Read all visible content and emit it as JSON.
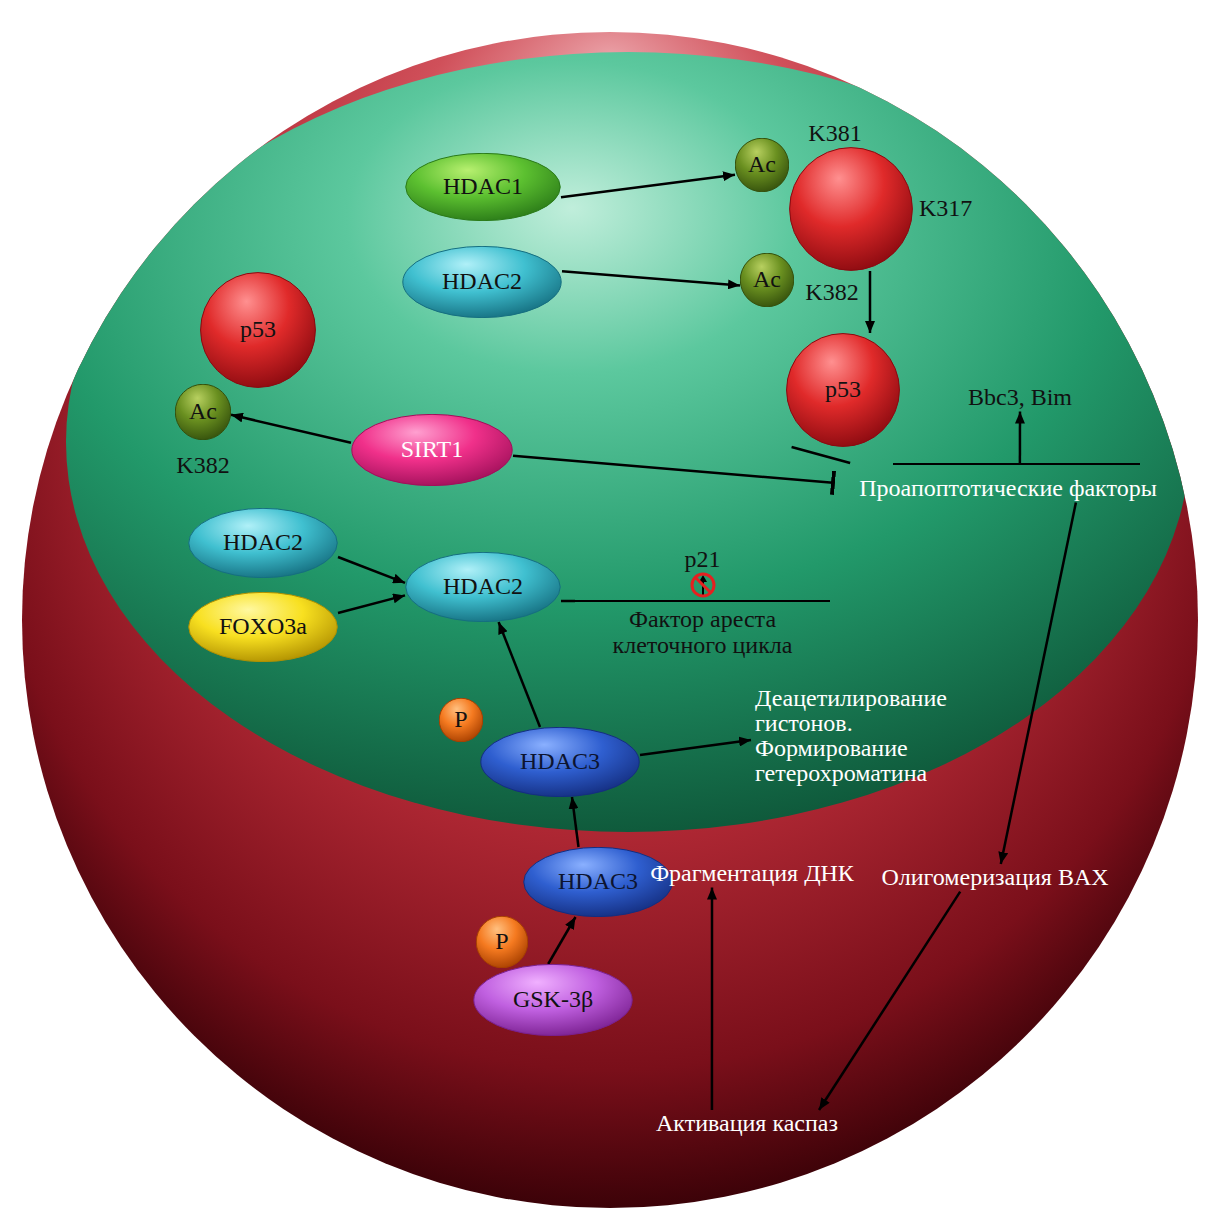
{
  "diagram": {
    "nodes": [
      {
        "text": [
          "HDAC1"
        ]
      },
      {
        "text": [
          "Ac"
        ]
      },
      {
        "text": [
          "K317"
        ]
      },
      {
        "text": [
          "HDAC2"
        ]
      },
      {
        "text": [
          "Ac"
        ]
      },
      {
        "text": [
          "p53"
        ]
      },
      {
        "text": [
          "Ac"
        ]
      },
      {
        "text": [
          "SIRT1"
        ]
      },
      {
        "text": [
          "p53"
        ]
      },
      {
        "text": [
          "Bbc3, Bim"
        ]
      },
      {
        "text": [
          "Проапоптотические факторы"
        ]
      },
      {
        "text": [
          "HDAC2"
        ]
      },
      {
        "text": [
          "FOXO3a"
        ]
      },
      {
        "text": [
          "HDAC2"
        ]
      },
      {
        "text": [
          "p21",
          "Фактор ареста клеточного цикла"
        ]
      },
      {
        "text": [
          "P"
        ]
      },
      {
        "text": [
          "HDAC3"
        ]
      },
      {
        "text": [
          "Деацетилирование гистонов. Формирование гетерохроматина"
        ]
      },
      {
        "text": [
          "HDAC3"
        ]
      },
      {
        "text": [
          "P"
        ]
      },
      {
        "text": [
          "GSK-3β"
        ]
      },
      {
        "text": [
          "Олигомеризация BAX"
        ]
      },
      {
        "text": [
          "Фрагментация ДНК"
        ]
      },
      {
        "text": [
          "Активация каспаз"
        ]
      }
    ],
    "edges": [
      {
        "from": 0,
        "to": 1,
        "arrow": "to"
      },
      {
        "from": 3,
        "to": 4,
        "arrow": "to"
      },
      {
        "from": 2,
        "to": 8,
        "arrow": "to"
      },
      {
        "from": 7,
        "to": 6,
        "arrow": "to"
      },
      {
        "from": 7,
        "to": 10,
        "arrow": "to"
      },
      {
        "from": 8,
        "to": 10,
        "arrow": "none"
      },
      {
        "from": 10,
        "to": 9,
        "arrow": "to"
      },
      {
        "from": 10,
        "to": 21,
        "arrow": "to"
      },
      {
        "from": 11,
        "to": 13,
        "arrow": "to"
      },
      {
        "from": 12,
        "to": 13,
        "arrow": "to"
      },
      {
        "from": 13,
        "to": 14,
        "arrow": "none"
      },
      {
        "from": 16,
        "to": 13,
        "arrow": "to"
      },
      {
        "from": 16,
        "to": 17,
        "arrow": "to"
      },
      {
        "from": 18,
        "to": 16,
        "arrow": "to"
      },
      {
        "from": 20,
        "to": 18,
        "arrow": "to"
      },
      {
        "from": 21,
        "to": 23,
        "arrow": "to"
      },
      {
        "from": 23,
        "to": 22,
        "arrow": "to"
      }
    ],
    "labels": [
      "K381",
      "K382",
      "K382"
    ]
  }
}
